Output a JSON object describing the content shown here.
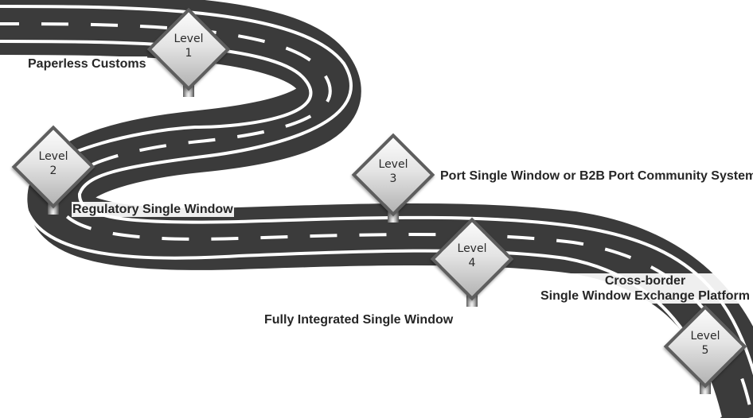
{
  "levels": [
    {
      "word": "Level",
      "number": "1",
      "title": "Paperless Customs"
    },
    {
      "word": "Level",
      "number": "2",
      "title": "Regulatory Single Window"
    },
    {
      "word": "Level",
      "number": "3",
      "title": "Port Single Window or B2B Port Community System"
    },
    {
      "word": "Level",
      "number": "4",
      "title": "Fully Integrated Single Window"
    },
    {
      "word": "Level",
      "number": "5",
      "title_line1": "Cross-border",
      "title_line2": "Single Window Exchange Platform"
    }
  ],
  "colors": {
    "road": "#3b3b3b",
    "road_edge": "#ffffff",
    "lane_marking": "#ffffff",
    "sign_border": "#5e5e5e",
    "label_text": "#262626"
  },
  "icons": [
    "road-sign-icon",
    "sign-post-icon"
  ]
}
